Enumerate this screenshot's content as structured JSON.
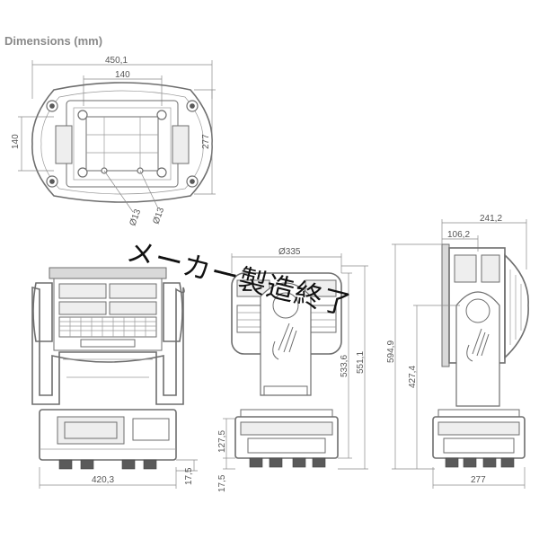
{
  "title": "Dimensions (mm)",
  "dimensions": {
    "top_width": "450,1",
    "top_inner_width": "140",
    "top_left_height": "140",
    "top_right_height": "277",
    "hole_a": "Ø13",
    "hole_b": "Ø13",
    "front_width": "420,3",
    "front_feet": "17,5",
    "side_diameter": "Ø335",
    "side_base_height": "127,5",
    "side_feet": "17,5",
    "side_height_a": "533,6",
    "side_height_b": "551,1",
    "right_top_width": "241,2",
    "right_inner_width": "106,2",
    "right_total_height": "594,9",
    "right_axis_height": "427,4",
    "right_base_width": "277"
  },
  "overlay_text": "メーカー製造終了"
}
